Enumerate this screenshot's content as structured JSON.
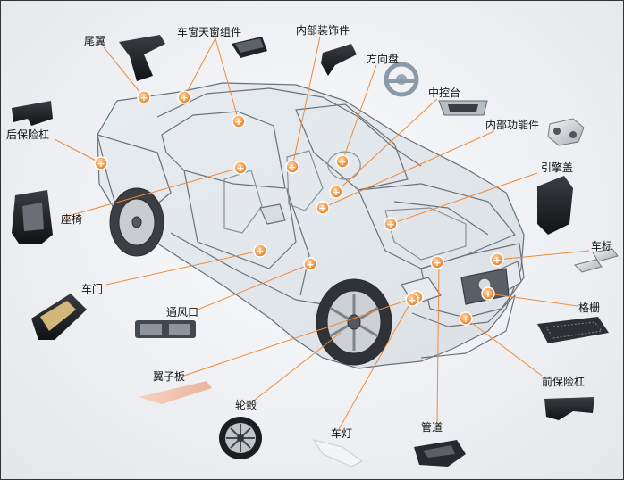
{
  "colors": {
    "accent": "#f07a22",
    "leader_line": "#f08a3a",
    "marker_fill": "#f39c4a",
    "car_outline": "#6b7179"
  },
  "marker_symbol": "+",
  "labels": {
    "weiyi": "尾翼",
    "chechuang": "车窗天窗组件",
    "neibu_zhuangshi": "内部装饰件",
    "fangxiangpan": "方向盘",
    "zhongkongtai": "中控台",
    "neibu_gongneng": "内部功能件",
    "houbaoxian": "后保险杠",
    "yinqinggai": "引擎盖",
    "zuoyi": "座椅",
    "chebiao": "车标",
    "chemen": "车门",
    "geshan": "格栅",
    "tongfengkou": "通风口",
    "yiziban": "翼子板",
    "qianbaoxian": "前保险杠",
    "lungu": "轮毂",
    "chedeng": "车灯",
    "guandao": "管道"
  }
}
